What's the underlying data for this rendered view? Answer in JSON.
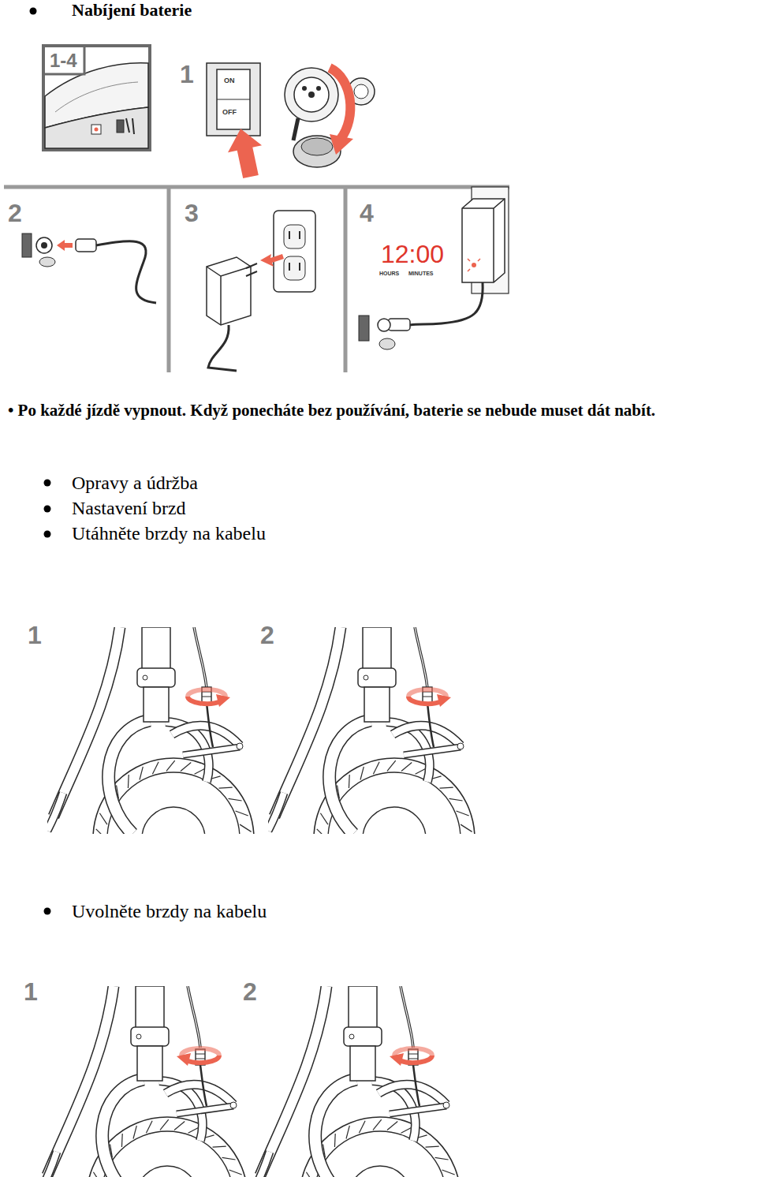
{
  "diagram": {
    "labels": [
      "Nabíjení baterie",
      "1-4",
      "1",
      "ON",
      "OFF",
      "2",
      "3",
      "4",
      "12:00",
      "HOURS",
      "MINUTES",
      "• Po každé jízdě vypnout. Když ponecháte bez používání, baterie se nebude muset dát nabít.",
      "Opravy a údržba",
      "Nastavení brzd",
      "Utáhněte brzdy na kabelu",
      "1",
      "2",
      "Uvolněte brzdy na kabelu",
      "1",
      "2"
    ]
  }
}
